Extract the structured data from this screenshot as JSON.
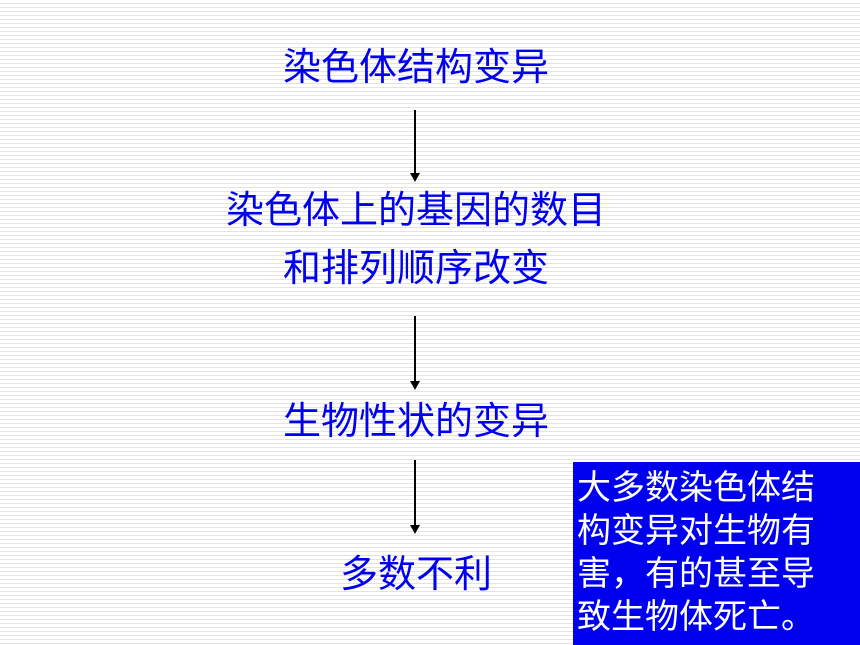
{
  "diagram": {
    "nodes": [
      {
        "lines": [
          "染色体结构变异"
        ]
      },
      {
        "lines": [
          "染色体上的基因的数目",
          "和排列顺序改变"
        ]
      },
      {
        "lines": [
          "生物性状的变异"
        ]
      },
      {
        "lines": [
          "多数不利"
        ]
      }
    ],
    "note": {
      "lines": [
        "大多数染色体结",
        "构变异对生物有",
        "害，有的甚至导",
        "致生物体死亡。"
      ],
      "background_color": "#0000ee",
      "text_color": "#ffffff"
    },
    "text_color": "#0000ee",
    "arrow_color": "#000000"
  }
}
